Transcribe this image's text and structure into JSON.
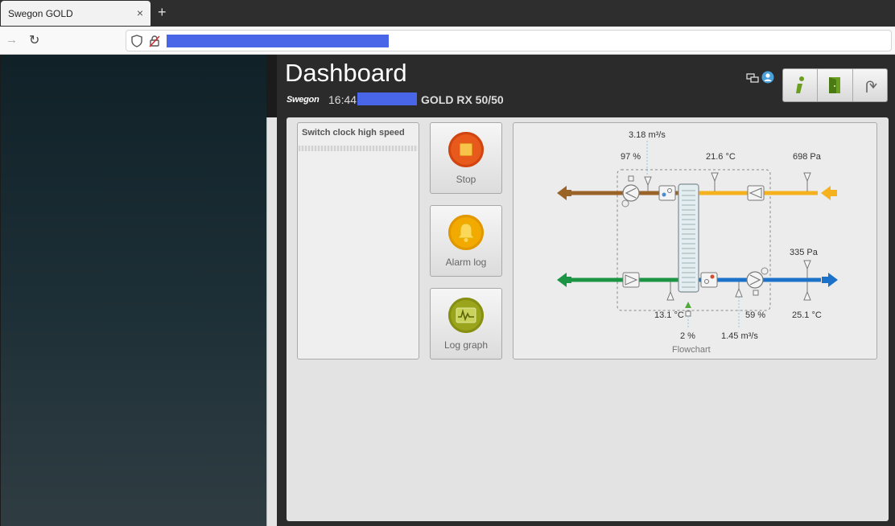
{
  "browser": {
    "tab_title": "Swegon GOLD",
    "tab_close": "×",
    "new_tab": "+"
  },
  "header": {
    "title": "Dashboard",
    "brand": "Swegon",
    "time": "16:44",
    "unit_model": "GOLD RX 50/50"
  },
  "panels": {
    "clock_title": "Switch clock high speed"
  },
  "actions": {
    "stop_label": "Stop",
    "alarm_label": "Alarm log",
    "graph_label": "Log graph"
  },
  "colors": {
    "stop": "#e85a1b",
    "alarm": "#f2a900",
    "graph": "#9aa51c",
    "exhaust_air": "#9a6428",
    "extract_air": "#f5b21e",
    "outdoor_air": "#1b9443",
    "supply_air": "#1b72c8"
  },
  "flowchart": {
    "caption": "Flowchart",
    "exhaust_flow": "3.18 m³/s",
    "exhaust_fan": "97 %",
    "extract_temp": "21.6 °C",
    "extract_pressure": "698 Pa",
    "supply_pressure": "335 Pa",
    "outdoor_temp": "13.1 °C",
    "heat_exchanger": "2 %",
    "supply_flow": "1.45 m³/s",
    "supply_fan": "59 %",
    "supply_temp": "25.1 °C"
  }
}
